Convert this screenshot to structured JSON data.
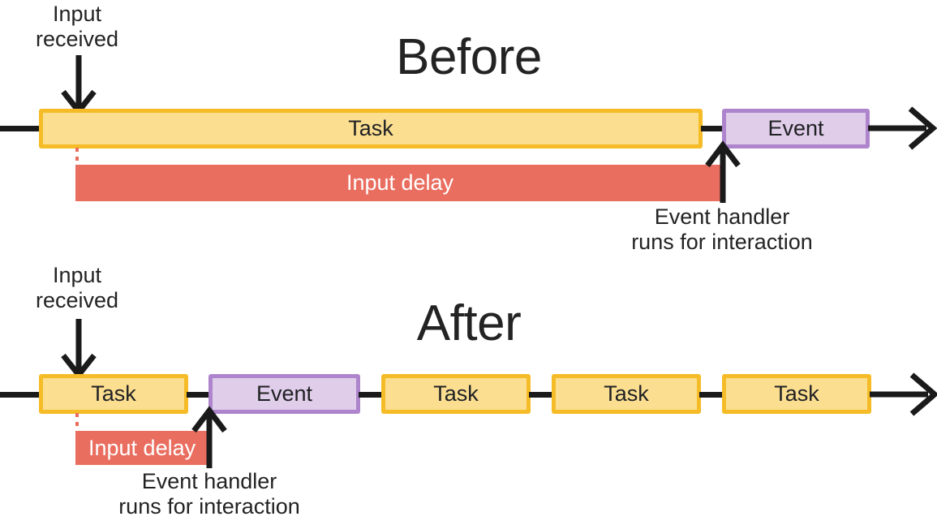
{
  "diagram": {
    "title_before": "Before",
    "title_after": "After",
    "labels": {
      "input_received_line1": "Input",
      "input_received_line2": "received",
      "event_handler_line1": "Event handler",
      "event_handler_line2": "runs for interaction",
      "task": "Task",
      "event": "Event",
      "input_delay": "Input delay"
    },
    "colors": {
      "task_fill": "#FBDE90",
      "task_border": "#F5BC27",
      "event_fill": "#DFCDE9",
      "event_border": "#AE85CC",
      "input_delay": "#E96E60",
      "line": "#1a1a1a",
      "text": "#232323",
      "background": "#ffffff"
    },
    "before": {
      "title": "Before",
      "input_received": "Input\nreceived",
      "blocks": [
        {
          "type": "task",
          "label": "Task"
        },
        {
          "type": "event",
          "label": "Event"
        }
      ],
      "input_delay_label": "Input delay",
      "event_handler_note_line1": "Event handler",
      "event_handler_note_line2": "runs for interaction"
    },
    "after": {
      "title": "After",
      "input_received": "Input\nreceived",
      "blocks": [
        {
          "type": "task",
          "label": "Task"
        },
        {
          "type": "event",
          "label": "Event"
        },
        {
          "type": "task",
          "label": "Task"
        },
        {
          "type": "task",
          "label": "Task"
        },
        {
          "type": "task",
          "label": "Task"
        }
      ],
      "input_delay_label": "Input delay",
      "event_handler_note_line1": "Event handler",
      "event_handler_note_line2": "runs for interaction"
    }
  }
}
